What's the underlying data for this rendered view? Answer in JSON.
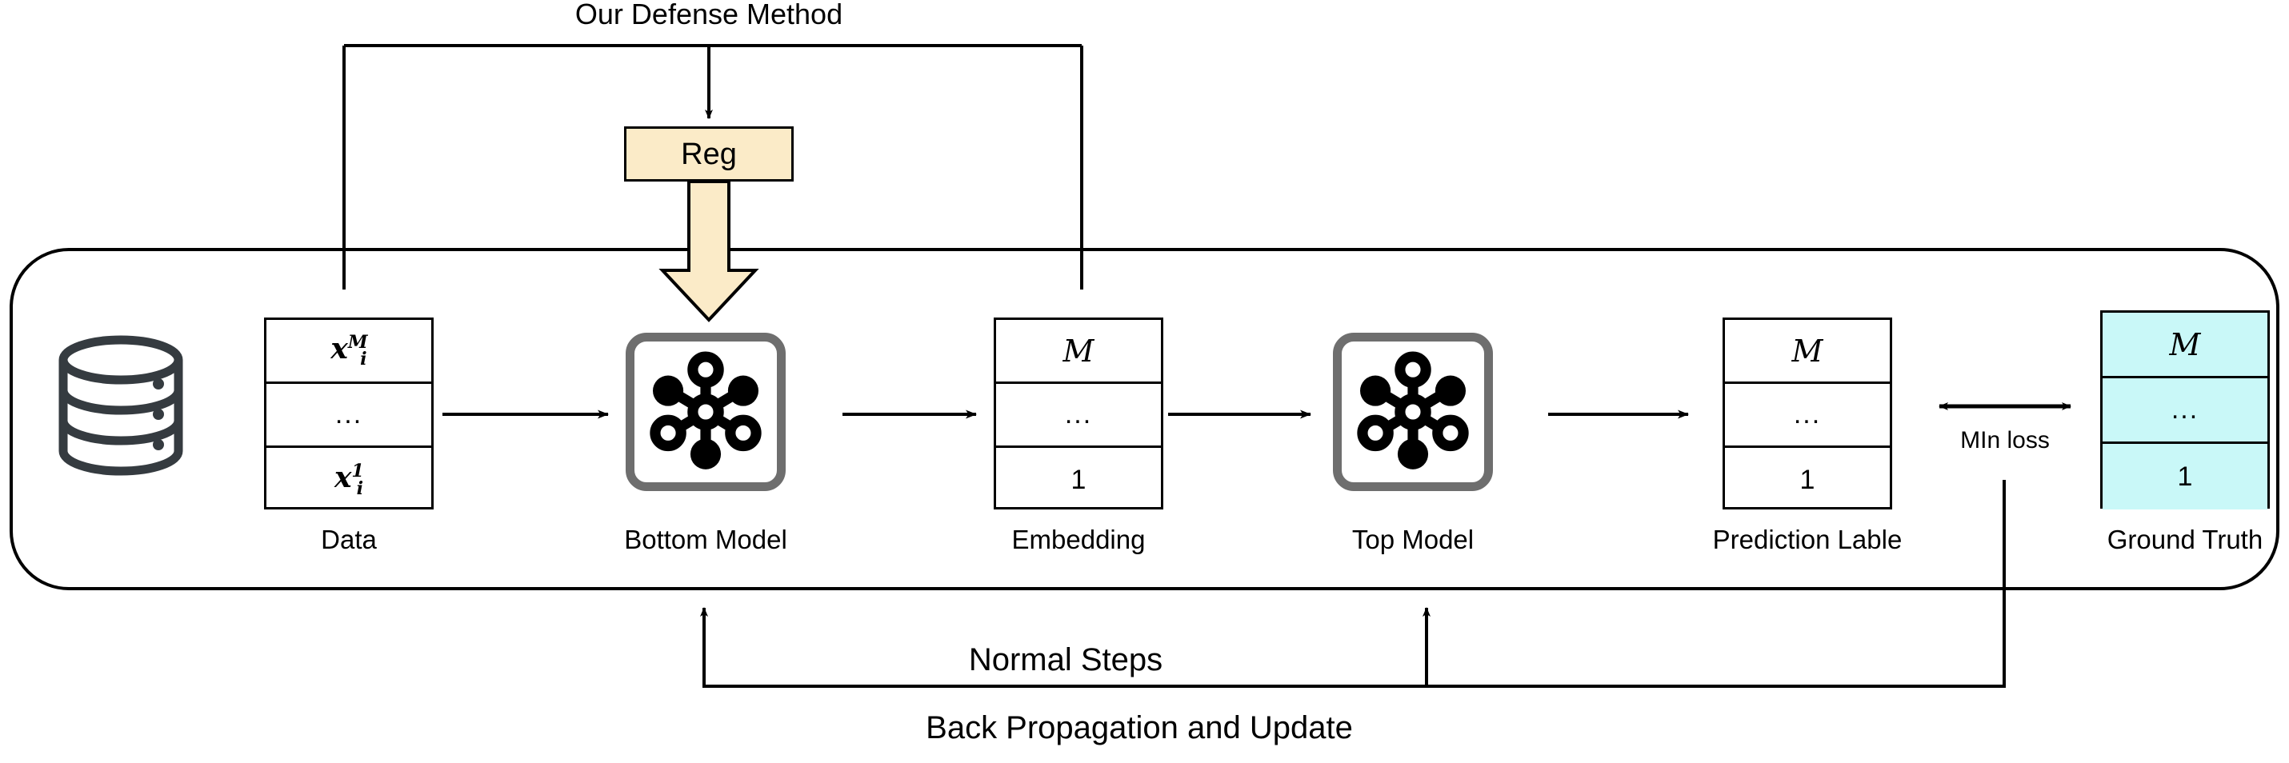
{
  "figure": {
    "defense_title": "Our Defense Method",
    "reg_box_label": "Reg",
    "min_loss_label": "MIn loss",
    "normal_steps_label": "Normal Steps",
    "backprop_label": "Back Propagation and Update"
  },
  "colors": {
    "reg_fill": "#FBEBC8",
    "ground_truth_fill": "#C9F8F8",
    "model_border": "#6E6E6E",
    "line": "#000000",
    "db_icon": "#353B40"
  },
  "pipeline": {
    "nodes": [
      {
        "id": "database",
        "caption": "",
        "icon": "database-cylinder-icon"
      },
      {
        "id": "data",
        "caption": "Data",
        "cells": [
          "x_i^M",
          "...",
          "x_i^1"
        ],
        "cell_top": "x",
        "cell_top_sup": "M",
        "cell_top_sub": "i",
        "cell_mid": "...",
        "cell_bot": "x",
        "cell_bot_sup": "1",
        "cell_bot_sub": "i"
      },
      {
        "id": "bottom-model",
        "caption": "Bottom Model",
        "icon": "neural-network-icon"
      },
      {
        "id": "embedding",
        "caption": "Embedding",
        "cells": [
          "M",
          "...",
          "1"
        ]
      },
      {
        "id": "top-model",
        "caption": "Top Model",
        "icon": "neural-network-icon"
      },
      {
        "id": "prediction-label",
        "caption": "Prediction Lable",
        "cells": [
          "M",
          "...",
          "1"
        ]
      },
      {
        "id": "ground-truth",
        "caption": "Ground Truth",
        "cells": [
          "M",
          "...",
          "1"
        ]
      }
    ]
  },
  "table_cells": {
    "embedding": {
      "top": "M",
      "mid": "...",
      "bot": "1"
    },
    "prediction": {
      "top": "M",
      "mid": "...",
      "bot": "1"
    },
    "ground_truth": {
      "top": "M",
      "mid": "...",
      "bot": "1"
    }
  },
  "captions": {
    "data": "Data",
    "bottom_model": "Bottom Model",
    "embedding": "Embedding",
    "top_model": "Top Model",
    "prediction": "Prediction Lable",
    "ground_truth": "Ground Truth"
  }
}
